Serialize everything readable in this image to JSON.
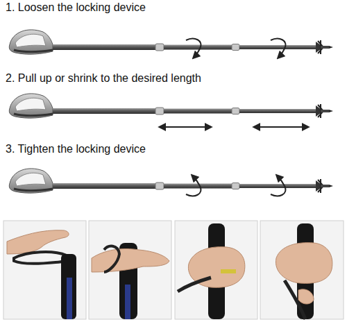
{
  "diagram": {
    "labels": [
      "1. Loosen the locking device",
      "2. Pull up or shrink to the desired length",
      "3. Tighten the locking device"
    ]
  }
}
